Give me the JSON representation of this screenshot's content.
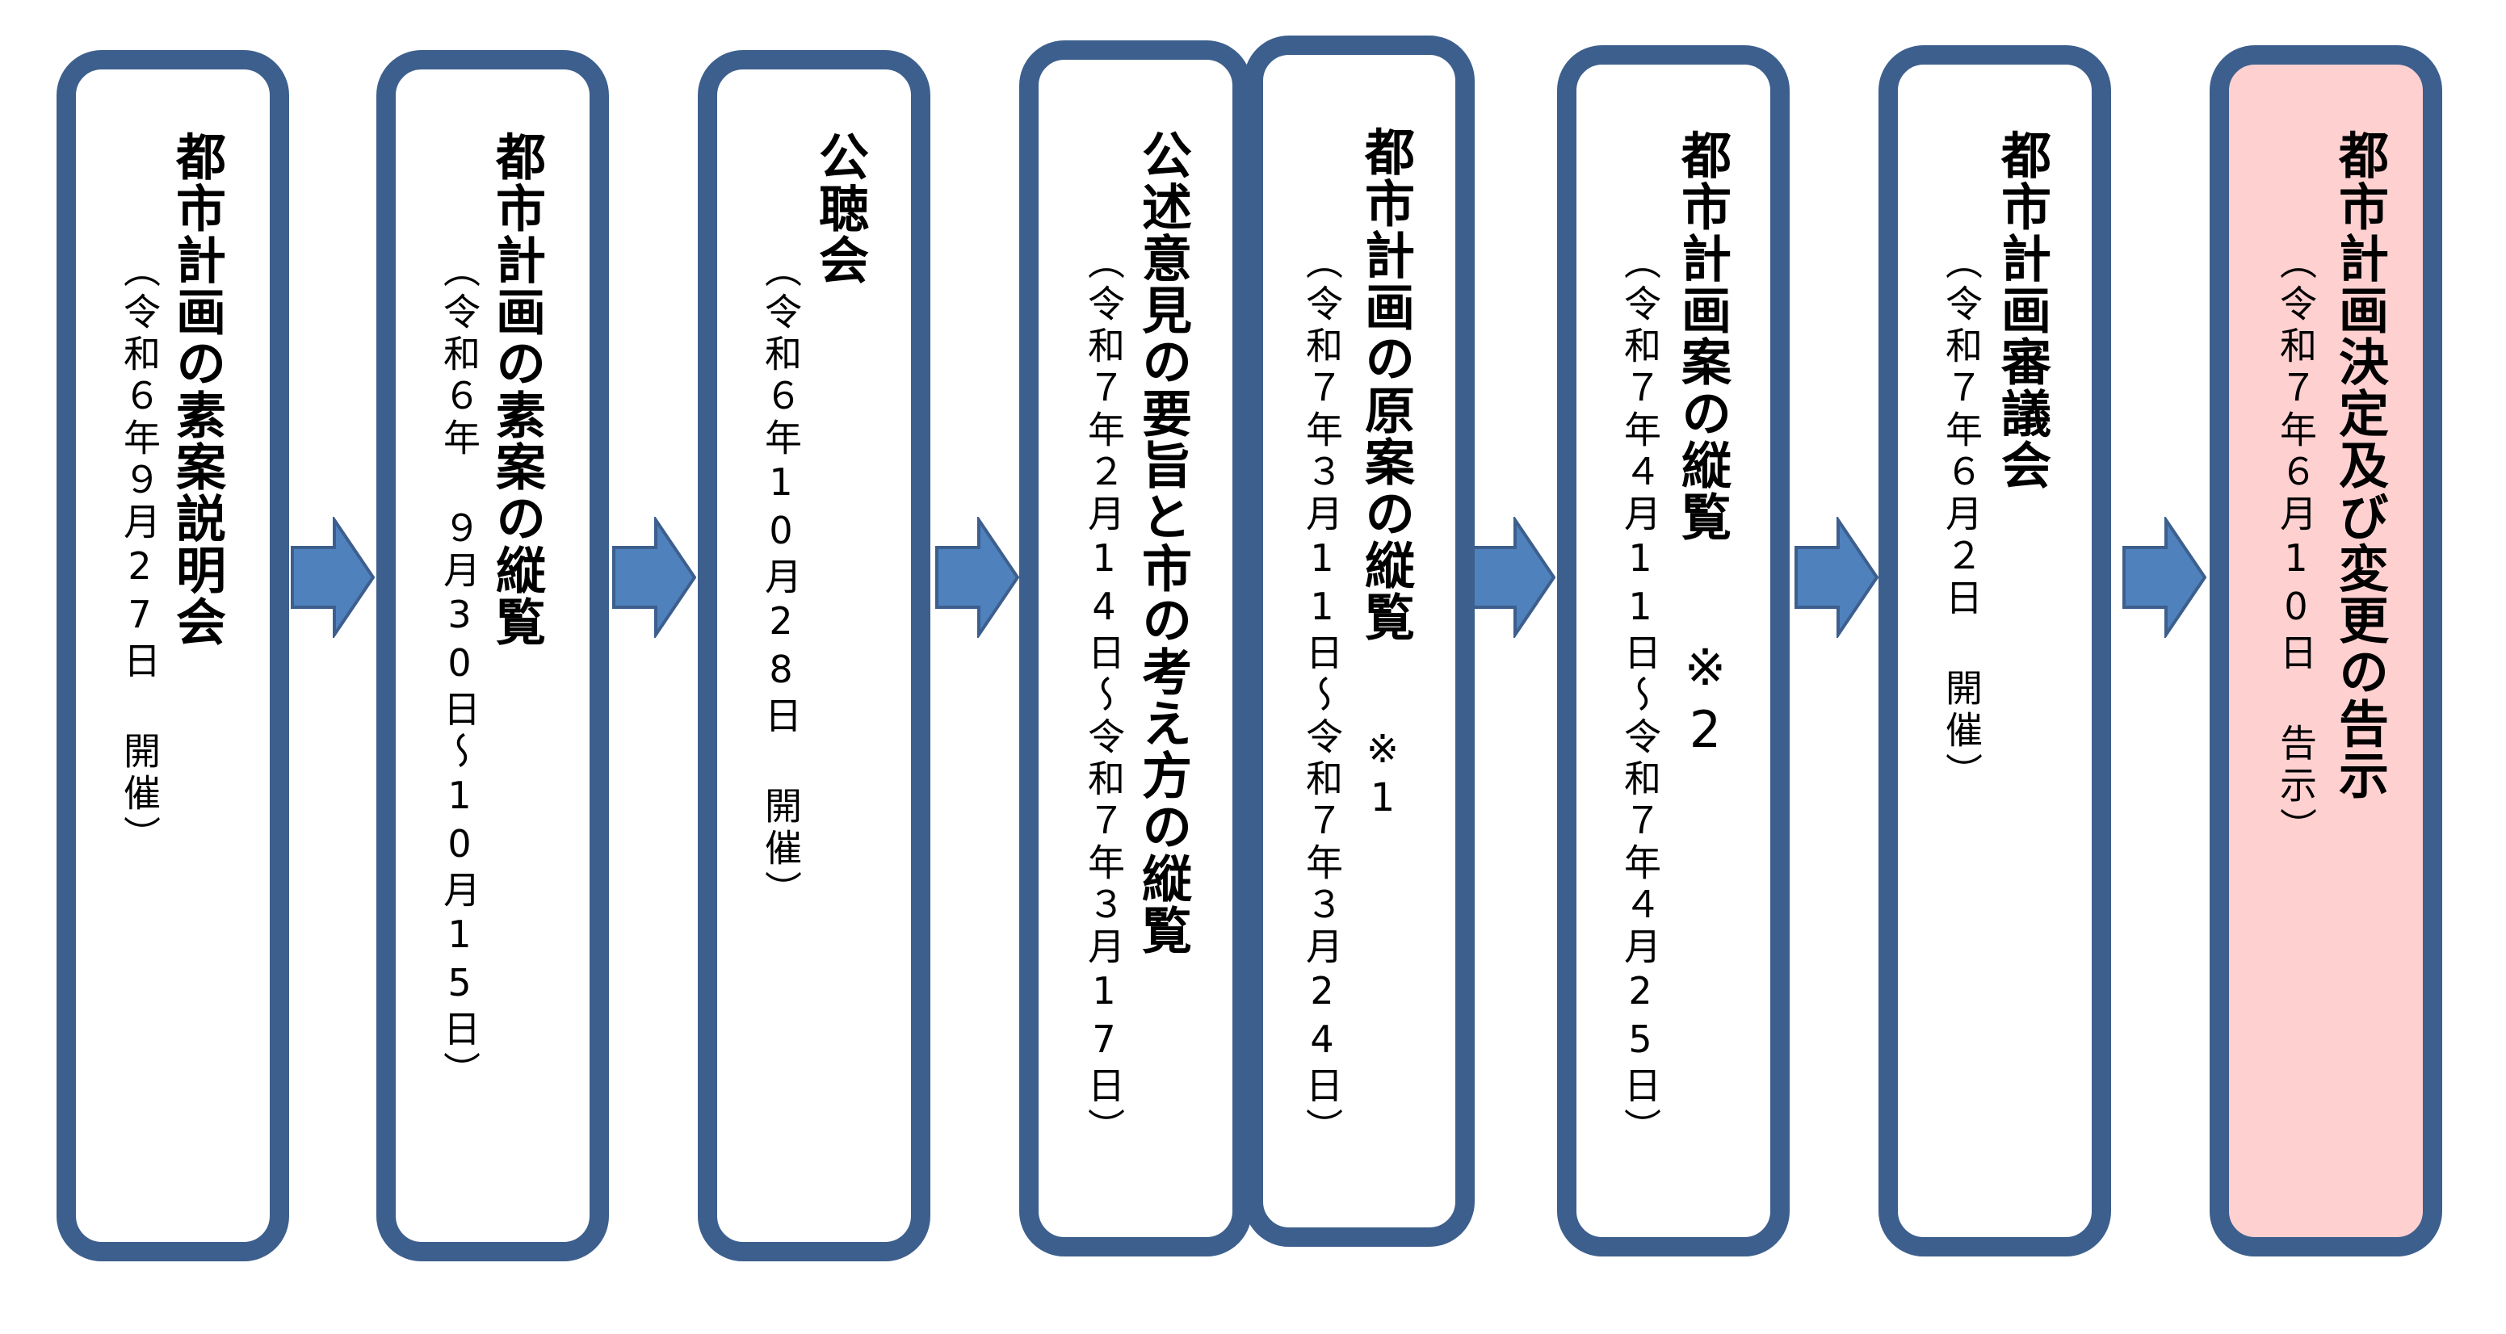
{
  "steps": [
    {
      "title": "都市計画の素案説明会",
      "sub": "（令和６年９月27日 開催）"
    },
    {
      "title": "都市計画の素案の縦覧",
      "sub": "（令和６年 ９月30日～10月15日）"
    },
    {
      "title": "公聴会",
      "sub": "（令和６年10月28日 開催）"
    },
    {
      "title": "公述意見の要旨と市の考え方の縦覧",
      "sub": "（令和７年２月14日～令和７年３月17日）"
    },
    {
      "title": "都市計画の原案の縦覧",
      "note": "※1",
      "sub": "（令和７年３月11日～令和７年３月24日）"
    },
    {
      "title": "都市計画案の縦覧",
      "note": "※2",
      "sub": "（令和７年４月11日～令和７年４月25日）"
    },
    {
      "title": "都市計画審議会",
      "sub": "（令和７年６月２日 開催）"
    },
    {
      "title": "都市計画決定及び変更の告示",
      "sub": "（令和７年６月10日 告示）"
    }
  ],
  "colors": {
    "border": "#3d5f8d",
    "arrow": "#4f81bd",
    "final_fill": "#ffd0d0"
  }
}
